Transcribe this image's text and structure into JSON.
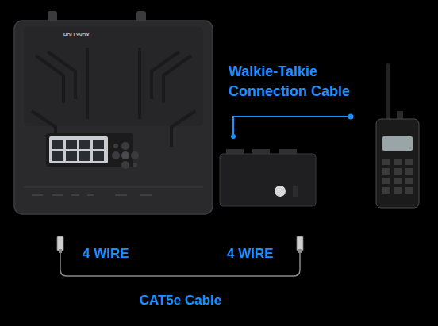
{
  "diagram": {
    "labels": [
      "HOLLYVOX",
      "Walkie-Talkie Connection Cable",
      "4 WIRE",
      "4 WIRE",
      "CAT5e Cable"
    ]
  }
}
